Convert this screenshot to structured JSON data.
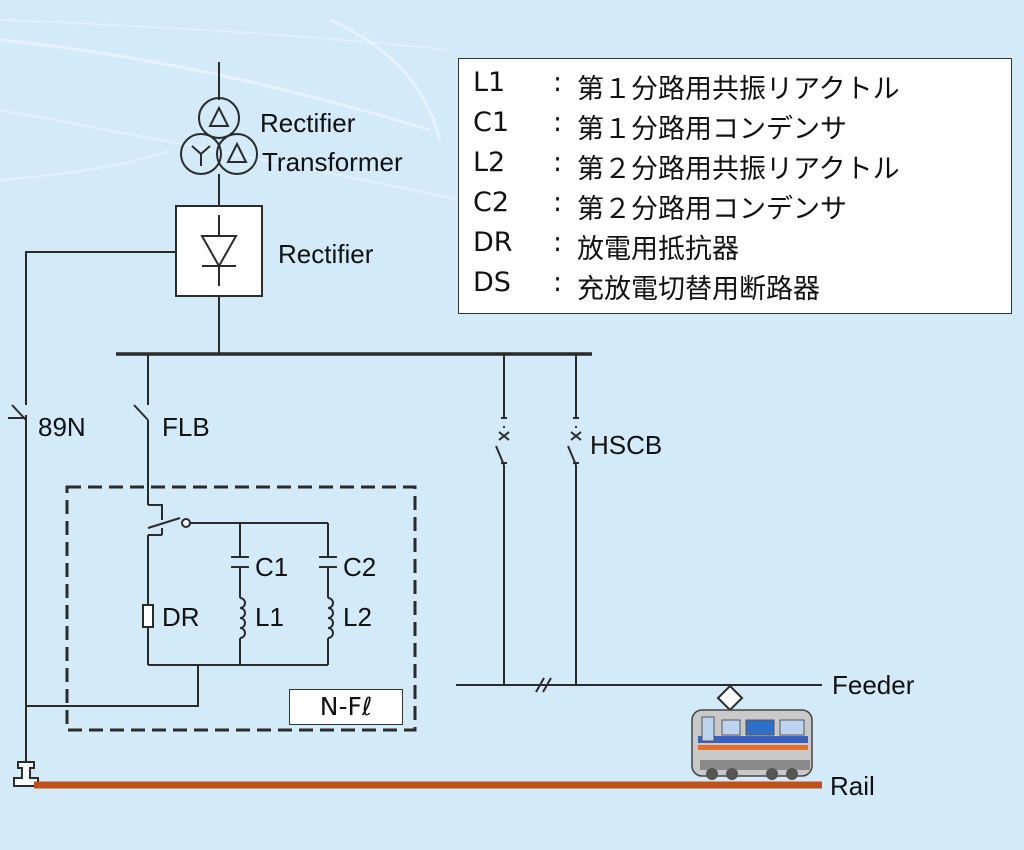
{
  "legend": [
    {
      "code": "L1",
      "description": "第１分路用共振リアクトル"
    },
    {
      "code": "C1",
      "description": "第１分路用コンデンサ"
    },
    {
      "code": "L2",
      "description": "第２分路用共振リアクトル"
    },
    {
      "code": "C2",
      "description": "第２分路用コンデンサ"
    },
    {
      "code": "DR",
      "description": "放電用抵抗器"
    },
    {
      "code": "DS",
      "description": "充放電切替用断路器"
    }
  ],
  "legend_separator": ":",
  "labels": {
    "rectifier_transformer_line1": "Rectifier",
    "rectifier_transformer_line2": "Transformer",
    "rectifier": "Rectifier",
    "switch_89n": "89N",
    "switch_flb": "FLB",
    "hscb": "HSCB",
    "c1": "C1",
    "c2": "C2",
    "l1": "L1",
    "l2": "L2",
    "dr": "DR",
    "nfl": "N-Fℓ",
    "feeder": "Feeder",
    "rail": "Rail"
  },
  "colors": {
    "background": "#d3eaf9",
    "line": "#2b2b2b",
    "rail": "#c0501a",
    "legend_bg": "#ffffff"
  }
}
